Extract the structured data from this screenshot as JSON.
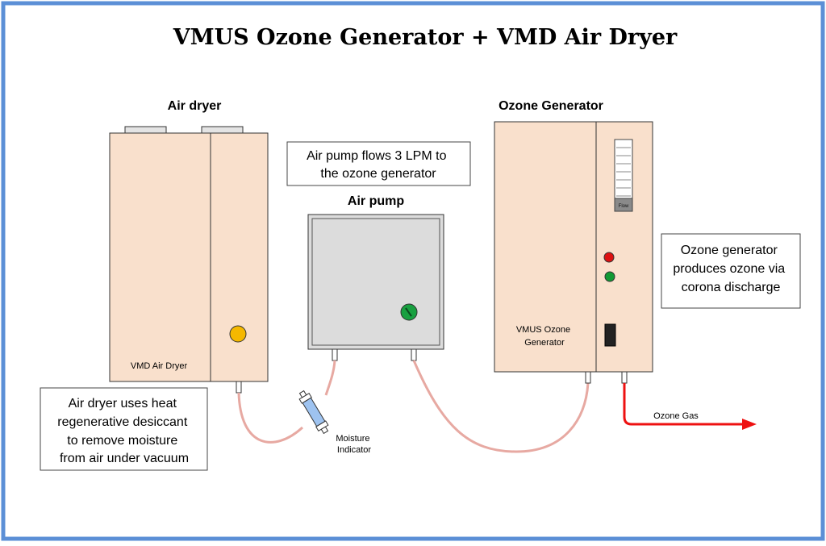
{
  "title": "VMUS Ozone Generator + VMD Air Dryer",
  "air_dryer": {
    "heading": "Air dryer",
    "label": "VMD Air Dryer",
    "note_lines": [
      "Air dryer uses heat",
      "regenerative desiccant",
      "to remove moisture",
      "from air under vacuum"
    ]
  },
  "air_pump": {
    "heading": "Air pump",
    "note_lines": [
      "Air pump flows 3 LPM to",
      "the ozone generator"
    ]
  },
  "ozone_generator": {
    "heading": "Ozone Generator",
    "label_lines": [
      "VMUS Ozone",
      "Generator"
    ],
    "flow_label": "Flow",
    "note_lines": [
      "Ozone generator",
      "produces ozone via",
      "corona discharge"
    ]
  },
  "moisture_indicator_lines": [
    "Moisture",
    "Indicator"
  ],
  "ozone_gas_label": "Ozone Gas",
  "colors": {
    "frame_border": "#5b8fd6",
    "device_fill": "#f9e0cc",
    "pump_fill": "#dcdcdc",
    "tubing": "#e7a9a2",
    "ozone_arrow": "#ee1111",
    "indicator_yellow": "#f5b800",
    "led_red": "#dd1111",
    "led_green": "#119933",
    "knob_green": "#18a040",
    "indicator_tube": "#9ec3f0"
  }
}
